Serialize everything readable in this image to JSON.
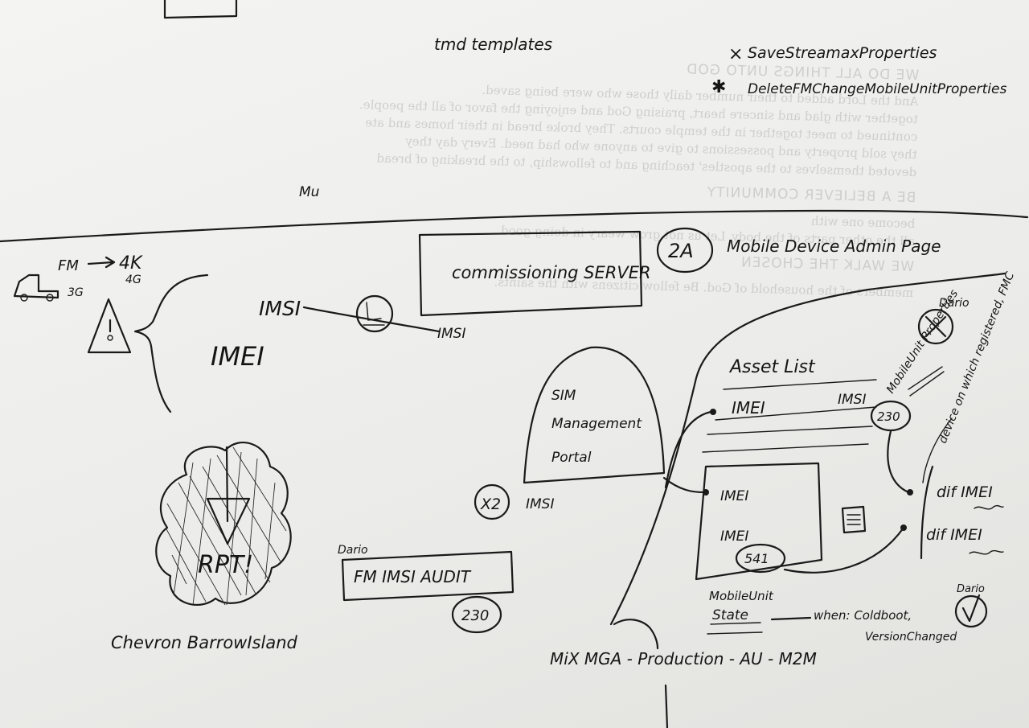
{
  "notes": {
    "tmd_templates": "tmd templates",
    "todo_1": "SaveStreamaxProperties",
    "todo_2": "DeleteFMChangeMobileUnitProperties",
    "mu": "Mu"
  },
  "network": {
    "fm": "FM",
    "arrow_target": "4K",
    "g4": "4G",
    "g3": "3G",
    "imsi": "IMSI",
    "imei": "IMEI",
    "imsi_right": "IMSI"
  },
  "commissioning_server": "commissioning SERVER",
  "badge_2a": "2A",
  "mobile_admin_page": "Mobile Device Admin Page",
  "sim_portal": {
    "line1": "SIM",
    "line2": "Management",
    "line3": "Portal"
  },
  "x2": "X2",
  "x2_imsi": "IMSI",
  "audit": {
    "person": "Dario",
    "label": "FM IMSI AUDIT",
    "badge": "230"
  },
  "cloud_text": "RPT!",
  "location": "Chevron BarrowIsland",
  "asset_list": {
    "title": "Asset List",
    "imei_1": "IMEI",
    "imsi": "IMSI",
    "badge_230": "230",
    "props_label": "MobileUnit Properties",
    "person_x": "Dario",
    "vertical_note": "device on which registered, FMC",
    "dif_1": "dif IMEI",
    "dif_2": "dif IMEI",
    "imei_2": "IMEI",
    "imei_3": "IMEI",
    "badge_541": "541",
    "state_line1": "MobileUnit",
    "state_line2": "State",
    "when": "when: Coldboot,",
    "version": "VersionChanged",
    "person_check": "Dario"
  },
  "footer_line": "MiX MGA - Production - AU - M2M"
}
